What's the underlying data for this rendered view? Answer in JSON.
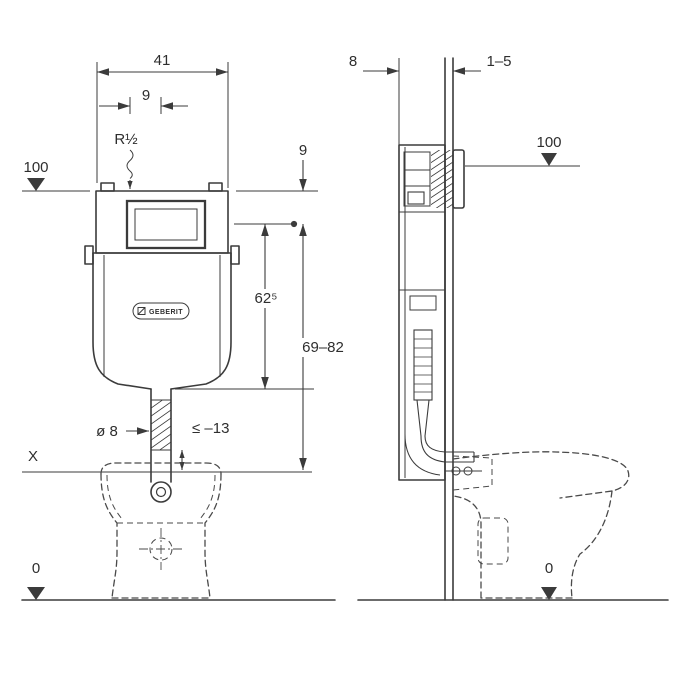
{
  "front_view": {
    "dim_width": "41",
    "dim_supply_offset": "9",
    "supply_thread": "R½",
    "datum_height": "100",
    "dim_plate_drop": "9",
    "dim_tank_height": "62⁵",
    "dim_install_height": "69–82",
    "pipe_diameter": "ø 8",
    "pipe_cut": "≤ –13",
    "datum_x": "X",
    "datum_floor": "0",
    "brand": "GEBERIT"
  },
  "side_view": {
    "dim_depth": "8",
    "dim_cladding": "1–5",
    "datum_height": "100",
    "datum_floor": "0"
  }
}
